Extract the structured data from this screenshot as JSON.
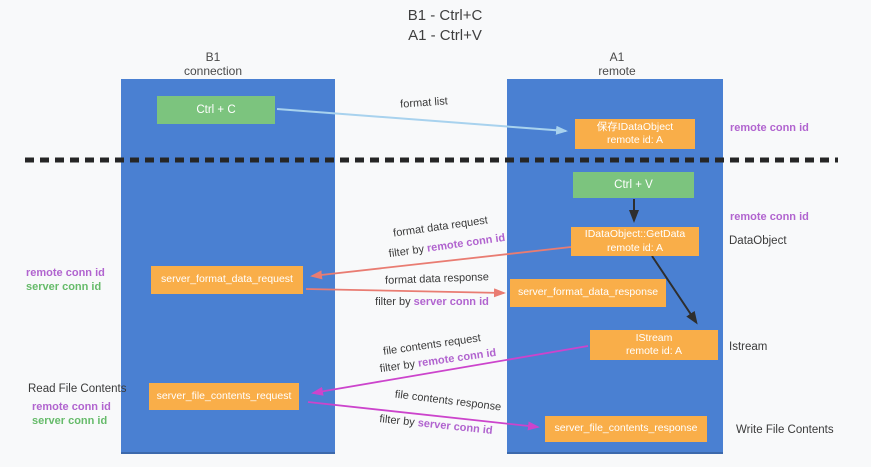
{
  "title": {
    "line1": "B1 - Ctrl+C",
    "line2": "A1 - Ctrl+V"
  },
  "lanes": {
    "left": {
      "name": "B1",
      "role": "connection"
    },
    "right": {
      "name": "A1",
      "role": "remote"
    }
  },
  "nodes": {
    "ctrl_c": {
      "label": "Ctrl + C"
    },
    "save_dataobject": {
      "line1": "保存IDataObject",
      "line2": "remote id: A"
    },
    "ctrl_v": {
      "label": "Ctrl + V"
    },
    "getdata": {
      "line1": "IDataObject::GetData",
      "line2": "remote id: A"
    },
    "format_request": {
      "label": "server_format_data_request"
    },
    "format_response": {
      "label": "server_format_data_response"
    },
    "istream": {
      "line1": "IStream",
      "line2": "remote id: A"
    },
    "file_request": {
      "label": "server_file_contents_request"
    },
    "file_response": {
      "label": "server_file_contents_response"
    }
  },
  "flow_labels": {
    "format_list": "format list",
    "format_request_line1": "format data request",
    "format_request_prefix": "filter by ",
    "format_request_key": "remote conn id",
    "format_response_line1": "format data response",
    "format_response_prefix": "filter by ",
    "format_response_key": "server conn id",
    "file_request_line1": "file contents request",
    "file_request_prefix": "filter by ",
    "file_request_key": "remote conn id",
    "file_response_line1": "file contents response",
    "file_response_prefix": "filter by ",
    "file_response_key": "server conn id"
  },
  "side_labels": {
    "right_remote_conn_top": "remote conn id",
    "right_remote_conn_mid": "remote conn id",
    "right_dataobject": "DataObject",
    "right_istream": "Istream",
    "right_write_file": "Write File Contents",
    "left_remote_conn_mid": "remote conn id",
    "left_server_conn_mid": "server conn id",
    "left_read_file": "Read File Contents",
    "left_remote_conn_bottom": "remote conn id",
    "left_server_conn_bottom": "server conn id"
  },
  "colors": {
    "lane_blue": "#4a80d2",
    "node_orange": "#f9ae49",
    "node_green": "#7cc47e",
    "purple": "#b164cf",
    "green_text": "#66bb6a",
    "salmon_arrow": "#e97c72",
    "magenta_arrow": "#cc44cc",
    "lightblue_arrow": "#a8d2ee"
  }
}
